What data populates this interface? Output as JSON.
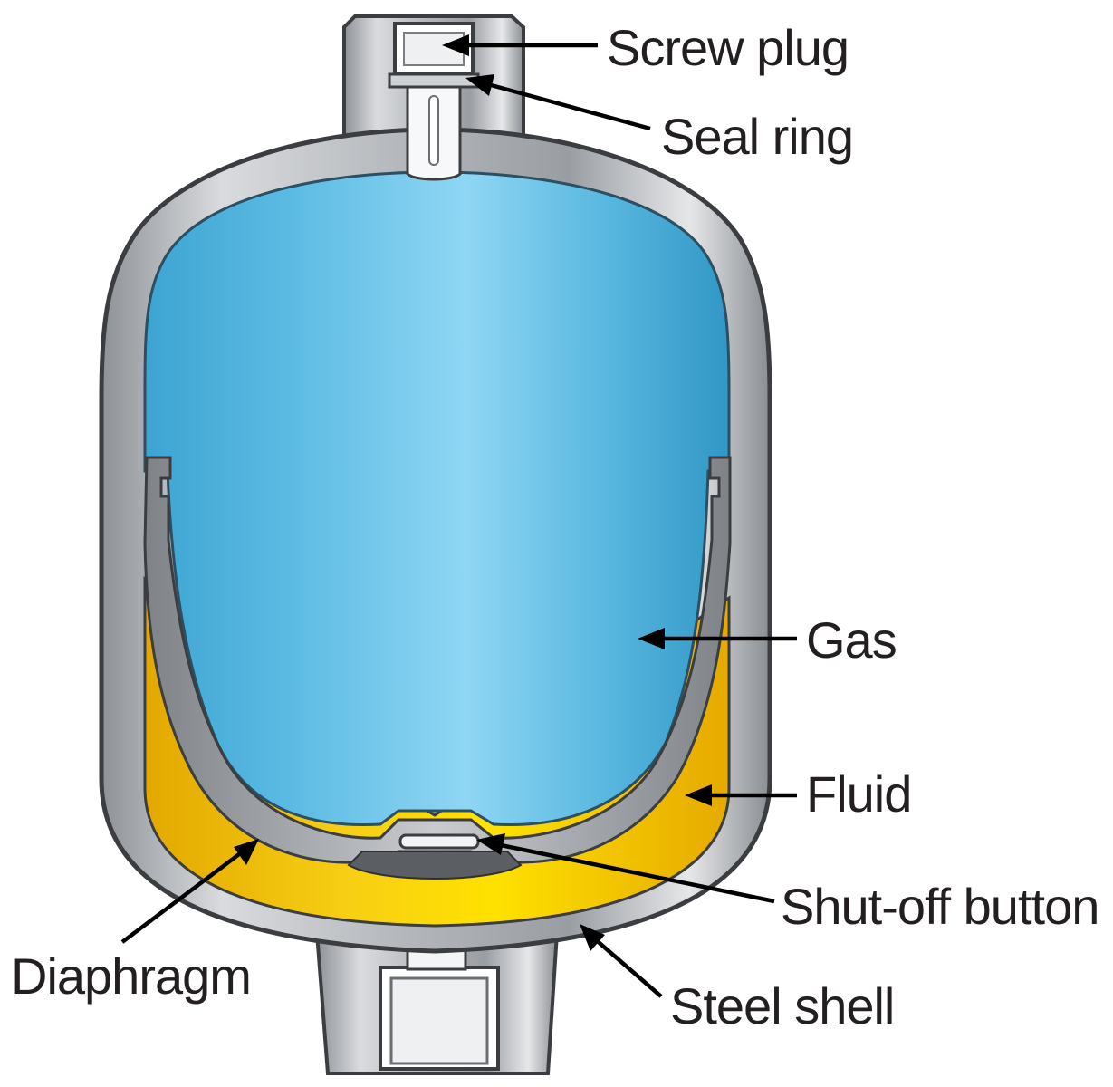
{
  "labels": {
    "screw_plug": "Screw plug",
    "seal_ring": "Seal ring",
    "gas": "Gas",
    "fluid": "Fluid",
    "shut_off_button": "Shut-off button",
    "diaphragm": "Diaphragm",
    "steel_shell": "Steel shell"
  },
  "colors": {
    "gas": "#6cc4e8",
    "fluid": "#f5c400",
    "steel": "#a9adb3",
    "outline": "#3b3d40"
  }
}
